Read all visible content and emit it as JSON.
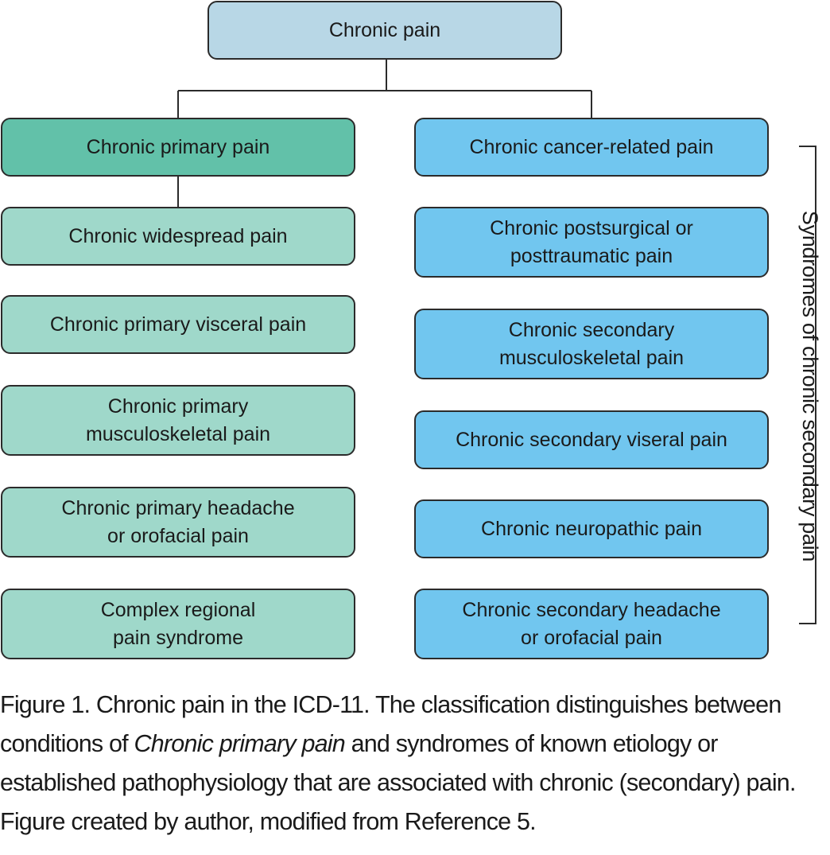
{
  "diagram": {
    "root": {
      "label": "Chronic pain"
    },
    "primary": {
      "heading": "Chronic primary pain",
      "items": [
        {
          "lines": [
            "Chronic widespread pain"
          ]
        },
        {
          "lines": [
            "Chronic primary visceral pain"
          ]
        },
        {
          "lines": [
            "Chronic primary",
            "musculoskeletal pain"
          ]
        },
        {
          "lines": [
            "Chronic primary headache",
            "or orofacial pain"
          ]
        },
        {
          "lines": [
            "Complex regional",
            "pain syndrome"
          ]
        }
      ]
    },
    "secondary": {
      "heading": "Chronic cancer-related pain",
      "items": [
        {
          "lines": [
            "Chronic postsurgical or",
            "posttraumatic pain"
          ]
        },
        {
          "lines": [
            "Chronic secondary",
            "musculoskeletal pain"
          ]
        },
        {
          "lines": [
            "Chronic secondary viseral pain"
          ]
        },
        {
          "lines": [
            "Chronic neuropathic pain"
          ]
        },
        {
          "lines": [
            "Chronic secondary headache",
            "or orofacial pain"
          ]
        }
      ],
      "bracket_label": "Syndromes of chronic secondary pain"
    },
    "colors": {
      "root": "#b8d7e6",
      "primary_heading": "#62c1a9",
      "primary_items": "#9fd8ca",
      "secondary_items": "#71c6ef",
      "stroke": "#2b2b2b"
    }
  },
  "caption": {
    "before": "Figure 1. Chronic pain in the ICD-11. The classification distinguishes between conditions of ",
    "emphasis": "Chronic primary pain",
    "after": " and syndromes of known etiology or established pathophysiology that are associated with chronic (secondary) pain. Figure created by author, modified from Reference 5."
  }
}
